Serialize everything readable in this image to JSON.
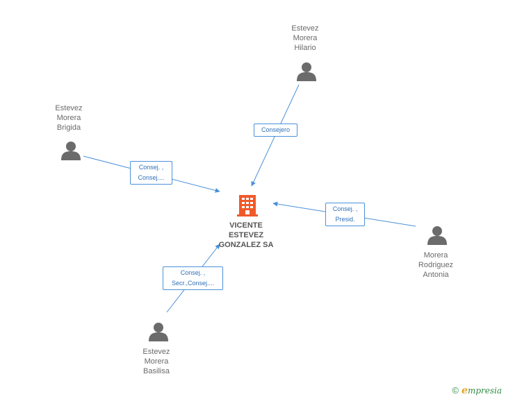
{
  "company": {
    "name_lines": [
      "VICENTE",
      "ESTEVEZ",
      "GONZALEZ SA"
    ],
    "icon": "building-icon",
    "color": "#f05a28"
  },
  "people": [
    {
      "id": "hilario",
      "name_lines": [
        "Estevez",
        "Morera",
        "Hilario"
      ],
      "icon": "person-icon"
    },
    {
      "id": "brigida",
      "name_lines": [
        "Estevez",
        "Morera",
        "Brigida"
      ],
      "icon": "person-icon"
    },
    {
      "id": "antonia",
      "name_lines": [
        "Morera",
        "Rodriguez",
        "Antonia"
      ],
      "icon": "person-icon"
    },
    {
      "id": "basilisa",
      "name_lines": [
        "Estevez",
        "Morera",
        "Basilisa"
      ],
      "icon": "person-icon"
    }
  ],
  "roles": [
    {
      "id": "hilario",
      "lines": [
        "Consejero"
      ]
    },
    {
      "id": "brigida",
      "lines": [
        "Consej. ,",
        "Consej...."
      ]
    },
    {
      "id": "antonia",
      "lines": [
        "Consej. ,",
        "Presid."
      ]
    },
    {
      "id": "basilisa",
      "lines": [
        "Consej. ,",
        "Secr.,Consej...."
      ]
    }
  ],
  "colors": {
    "edge": "#4a90d9",
    "person": "#6b6b6b",
    "text": "#6a6a6a"
  },
  "brand": {
    "copyright": "©",
    "first_letter": "e",
    "rest": "mpresia"
  }
}
